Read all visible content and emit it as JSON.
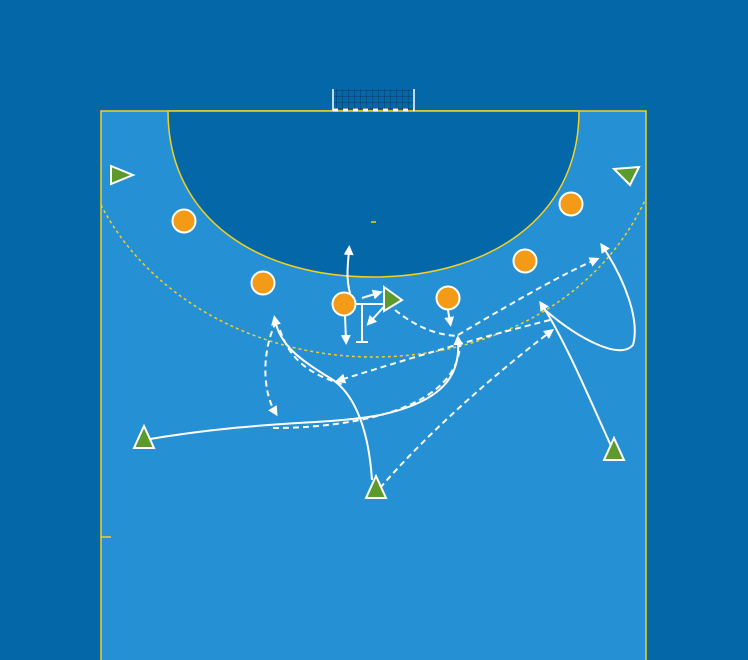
{
  "diagram": {
    "type": "handball-tactics-board",
    "colors": {
      "background": "#0468a8",
      "court": "#2590d3",
      "goal_area": "#0468a8",
      "lines": "#f5d020",
      "defender": "#f39a17",
      "attacker": "#5c9a2c",
      "arrows": "#ffffff"
    },
    "defenders_count": 6,
    "attackers_count": 6
  }
}
